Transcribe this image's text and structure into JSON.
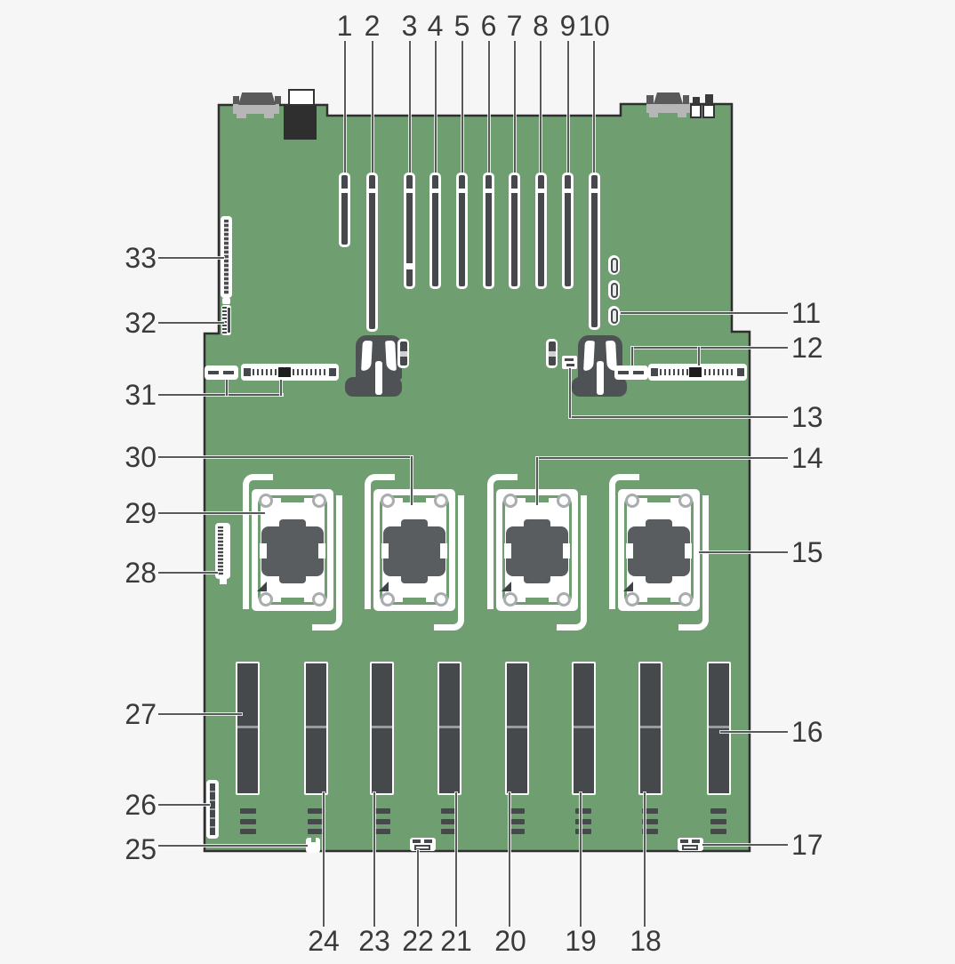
{
  "figure": {
    "kind": "system-board-callout-diagram",
    "description": "Green server system board shown with numbered callouts for slots, sockets and connectors"
  },
  "palette": {
    "board_green": "#6f9e71",
    "background": "#f6f6f6",
    "outline": "#2f2f2f",
    "label_text": "#3a3a3a",
    "component_dark": "#45494c",
    "metal_silver": "#b6b6b6",
    "white": "#ffffff",
    "leader_gray": "#58595b"
  },
  "callouts": {
    "top": [
      "1",
      "2",
      "3",
      "4",
      "5",
      "6",
      "7",
      "8",
      "9",
      "10"
    ],
    "right": [
      "11",
      "12",
      "13",
      "14",
      "15",
      "16",
      "17"
    ],
    "left_top_to_bottom": [
      "33",
      "32",
      "31",
      "30",
      "29",
      "28",
      "27",
      "26",
      "25"
    ],
    "bottom_left_to_right": [
      "24",
      "23",
      "22",
      "21",
      "20",
      "19",
      "18"
    ]
  }
}
